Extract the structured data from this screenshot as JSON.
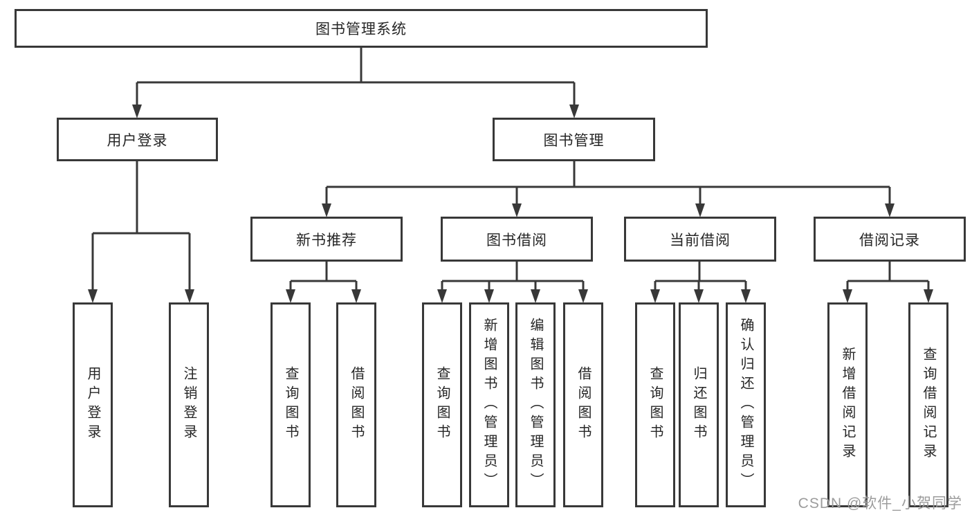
{
  "diagram": {
    "root": {
      "label": "图书管理系统"
    },
    "branches": [
      {
        "label": "用户登录",
        "children": [
          {
            "label": "用户登录"
          },
          {
            "label": "注销登录"
          }
        ]
      },
      {
        "label": "图书管理",
        "children": [
          {
            "label": "新书推荐",
            "children": [
              {
                "label": "查询图书"
              },
              {
                "label": "借阅图书"
              }
            ]
          },
          {
            "label": "图书借阅",
            "children": [
              {
                "label": "查询图书"
              },
              {
                "label": "新增图书（管理员）"
              },
              {
                "label": "编辑图书（管理员）"
              },
              {
                "label": "借阅图书"
              }
            ]
          },
          {
            "label": "当前借阅",
            "children": [
              {
                "label": "查询图书"
              },
              {
                "label": "归还图书"
              },
              {
                "label": "确认归还（管理员）"
              }
            ]
          },
          {
            "label": "借阅记录",
            "children": [
              {
                "label": "新增借阅记录"
              },
              {
                "label": "查询借阅记录"
              }
            ]
          }
        ]
      }
    ],
    "watermark": "CSDN @软件_小贺同学",
    "colors": {
      "line": "#383838",
      "box_border": "#383838",
      "text": "#262626",
      "watermark": "#9c9c9c",
      "background": "#ffffff"
    }
  }
}
